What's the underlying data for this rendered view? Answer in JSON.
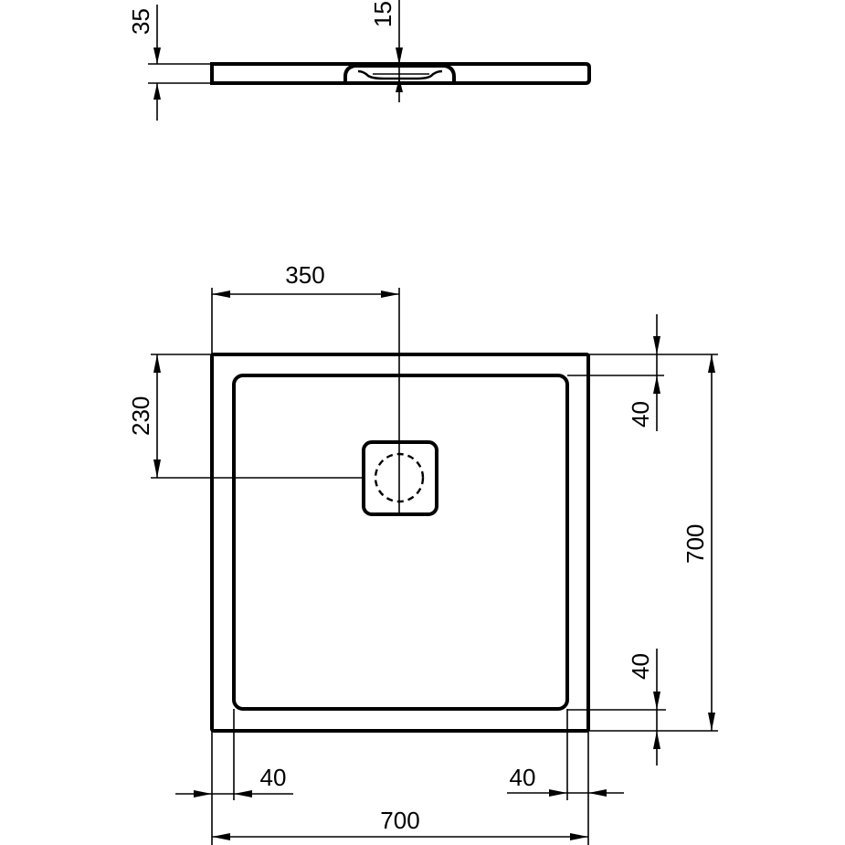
{
  "drawing": {
    "title": "Shower tray technical drawing",
    "units": "mm",
    "colors": {
      "line": "#000000",
      "background": "#ffffff"
    }
  },
  "side_view": {
    "dimensions": {
      "tray_height": "35",
      "drain_depth": "15"
    }
  },
  "plan_view": {
    "dimensions": {
      "drain_offset_x": "350",
      "drain_offset_y": "230",
      "rim_top": "40",
      "rim_bottom": "40",
      "rim_left": "40",
      "rim_right": "40",
      "overall_width": "700",
      "overall_length": "700"
    },
    "drain": {
      "shape": "square-rounded",
      "grate": "dashed-circle"
    }
  }
}
